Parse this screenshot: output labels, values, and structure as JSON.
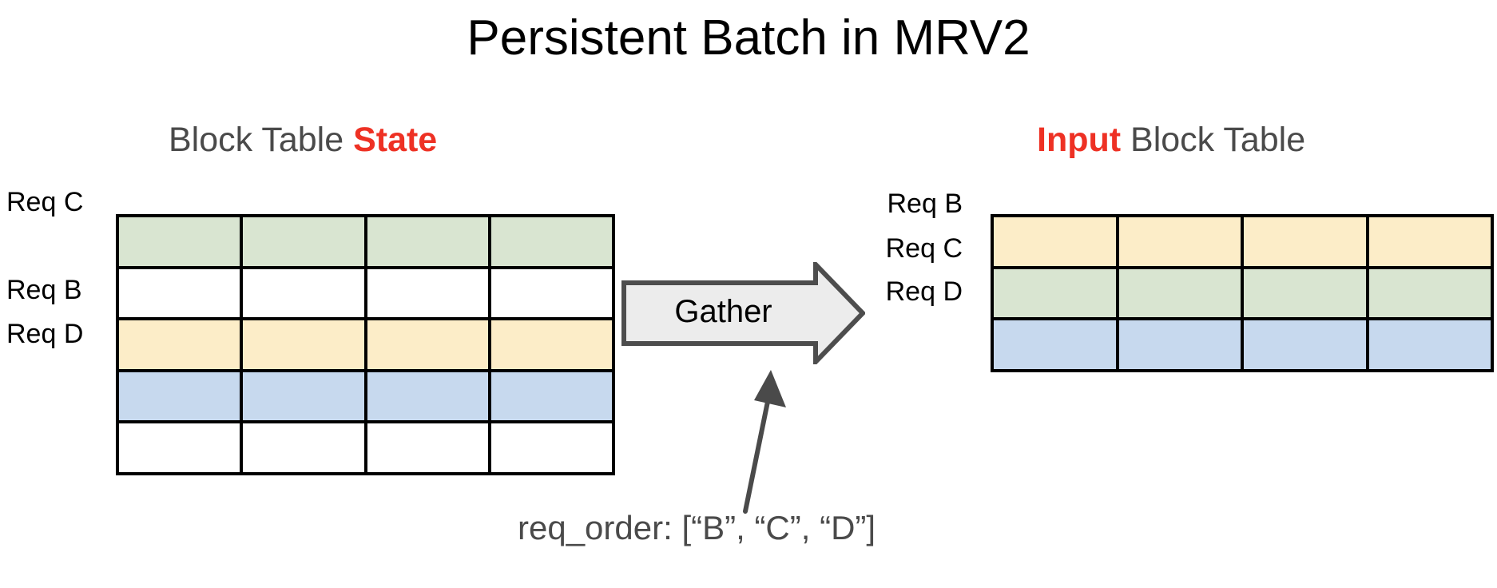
{
  "slide": {
    "title": "Persistent Batch in MRV2",
    "background_color": "#ffffff",
    "title_color": "#000000"
  },
  "colors": {
    "accent_red": "#ee3124",
    "heading_gray": "#4a4a4a",
    "cell_green": "#d9e5d1",
    "cell_yellow": "#fcedc8",
    "cell_blue": "#c7d9ee",
    "cell_empty": "#ffffff",
    "grid_line": "#000000",
    "arrow_fill": "#ececec",
    "arrow_stroke": "#4d4d4d",
    "pointer_arrow": "#4a4a4a"
  },
  "left_table": {
    "heading": {
      "plain_text": "Block Table ",
      "accent_text": "State"
    },
    "columns": 4,
    "rows": 5,
    "row_fills": [
      "green",
      "white",
      "yellow",
      "blue",
      "white"
    ],
    "row_labels": [
      {
        "text": "Req C",
        "row_index": 0
      },
      {
        "text": "Req B",
        "row_index": 2
      },
      {
        "text": "Req D",
        "row_index": 3
      }
    ]
  },
  "right_table": {
    "heading": {
      "accent_text": "Input",
      "plain_text": " Block Table"
    },
    "columns": 4,
    "rows": 3,
    "row_fills": [
      "yellow",
      "green",
      "blue"
    ],
    "row_labels": [
      {
        "text": "Req B",
        "row_index": 0
      },
      {
        "text": "Req C",
        "row_index": 1
      },
      {
        "text": "Req D",
        "row_index": 2
      }
    ]
  },
  "gather": {
    "label": "Gather"
  },
  "caption": {
    "text": "req_order: [“B”, “C”, “D”]"
  }
}
